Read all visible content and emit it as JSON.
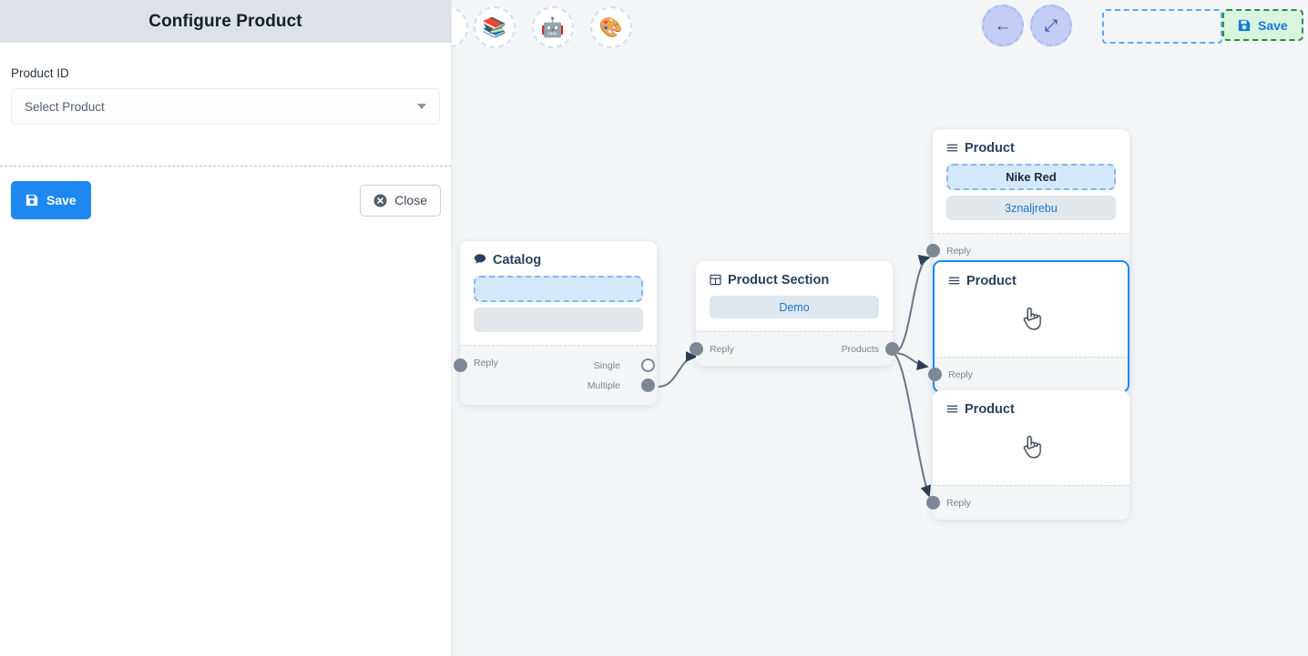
{
  "panel": {
    "title": "Configure Product",
    "field_label": "Product ID",
    "select_placeholder": "Select Product",
    "save_label": "Save",
    "close_label": "Close",
    "save_icon": "floppy-disk-icon",
    "close_icon": "x-circle-icon",
    "caret_icon": "chevron-down-icon"
  },
  "toolbar": {
    "left_buttons": [
      {
        "name": "publish-stack-icon",
        "glyph": "📚"
      },
      {
        "name": "robot-icon",
        "glyph": "🤖"
      },
      {
        "name": "palette-icon",
        "glyph": "🎨"
      }
    ],
    "right_buttons": [
      {
        "name": "back-arrow-icon",
        "glyph": "←"
      },
      {
        "name": "fit-view-icon",
        "glyph": "⤢"
      }
    ],
    "save_label": "Save",
    "save_icon": "floppy-disk-icon"
  },
  "canvas": {
    "nodes": [
      {
        "id": "catalog",
        "title": "Catalog",
        "icon": "chat-bubble-icon",
        "placeholders": [
          {
            "kind": "dashed",
            "text": ""
          },
          {
            "kind": "gray",
            "text": ""
          }
        ],
        "ports_left": [
          {
            "label": "Reply"
          }
        ],
        "ports_right": [
          {
            "label": "Single",
            "style": "hollow"
          },
          {
            "label": "Multiple",
            "style": "solid"
          }
        ]
      },
      {
        "id": "product-section",
        "title": "Product Section",
        "icon": "table-grid-icon",
        "button_label": "Demo",
        "ports_left": [
          {
            "label": "Reply"
          }
        ],
        "ports_right": [
          {
            "label": "Products",
            "style": "solid"
          }
        ]
      },
      {
        "id": "product-1",
        "title": "Product",
        "icon": "list-lines-icon",
        "selected_text": "Nike Red",
        "secondary_text": "3znaljrebu",
        "ports_left": [
          {
            "label": "Reply"
          }
        ]
      },
      {
        "id": "product-2",
        "title": "Product",
        "icon": "list-lines-icon",
        "empty_icon": "pointing-hand-cursor-icon",
        "selected": true,
        "ports_left": [
          {
            "label": "Reply"
          }
        ]
      },
      {
        "id": "product-3",
        "title": "Product",
        "icon": "list-lines-icon",
        "empty_icon": "pointing-hand-cursor-icon",
        "selected": false,
        "ports_left": [
          {
            "label": "Reply"
          }
        ]
      }
    ]
  },
  "colors": {
    "panel_header_bg": "#dee1e6",
    "primary_blue": "#1e88f0",
    "canvas_bg": "#f4f5f7",
    "save_green_bg": "#d9f5e0",
    "save_green_border": "#2f8a46",
    "selection_blue": "#1e88f0",
    "port_gray": "#7d8796",
    "edge_gray": "#6b7585"
  }
}
